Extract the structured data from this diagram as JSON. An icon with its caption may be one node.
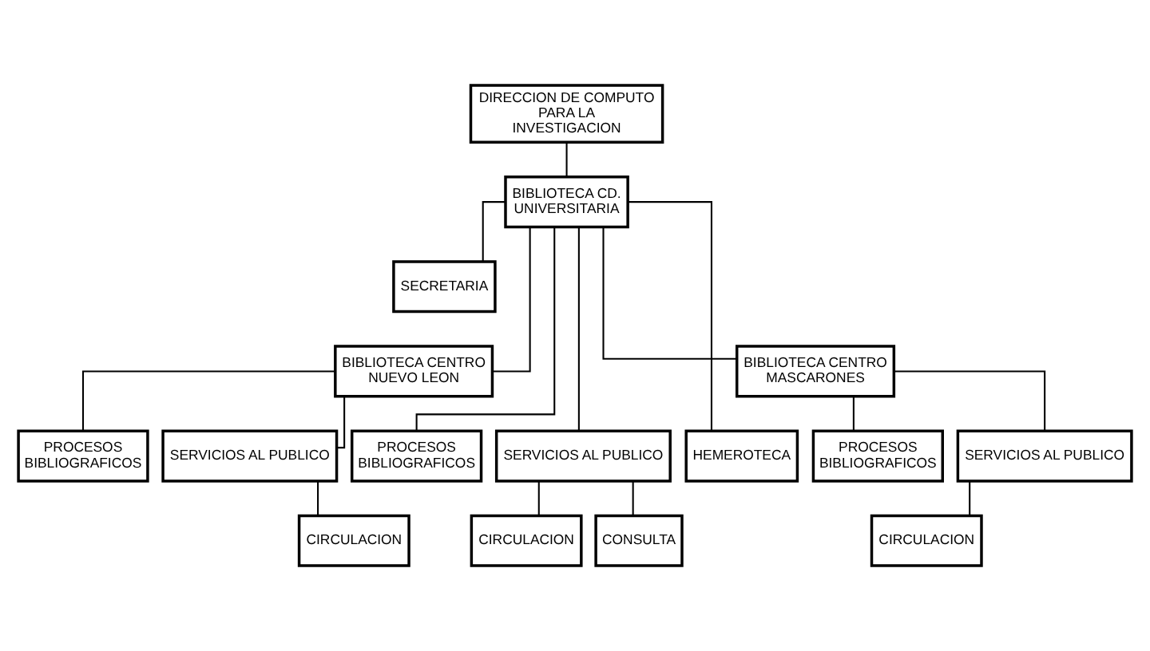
{
  "diagram": {
    "nodes": [
      {
        "text": [
          "DIRECCION DE COMPUTO PARA LA INVESTIGACION"
        ]
      },
      {
        "text": [
          "BIBLIOTECA CD. UNIVERSITARIA"
        ]
      },
      {
        "text": [
          "SECRETARIA"
        ]
      },
      {
        "text": [
          "BIBLIOTECA CENTRO NUEVO LEON"
        ]
      },
      {
        "text": [
          "BIBLIOTECA CENTRO MASCARONES"
        ]
      },
      {
        "text": [
          "PROCESOS BIBLIOGRAFICOS"
        ]
      },
      {
        "text": [
          "SERVICIOS AL PUBLICO"
        ]
      },
      {
        "text": [
          "PROCESOS BIBLIOGRAFICOS"
        ]
      },
      {
        "text": [
          "SERVICIOS AL PUBLICO"
        ]
      },
      {
        "text": [
          "HEMEROTECA"
        ]
      },
      {
        "text": [
          "PROCESOS BIBLIOGRAFICOS"
        ]
      },
      {
        "text": [
          "SERVICIOS AL PUBLICO"
        ]
      },
      {
        "text": [
          "CIRCULACION"
        ]
      },
      {
        "text": [
          "CIRCULACION"
        ]
      },
      {
        "text": [
          "CONSULTA"
        ]
      },
      {
        "text": [
          "CIRCULACION"
        ]
      }
    ],
    "edges": [
      {
        "from": 0,
        "to": 1,
        "arrow": "none"
      },
      {
        "from": 1,
        "to": 2,
        "arrow": "none"
      },
      {
        "from": 1,
        "to": 3,
        "arrow": "none"
      },
      {
        "from": 1,
        "to": 7,
        "arrow": "none"
      },
      {
        "from": 1,
        "to": 8,
        "arrow": "none"
      },
      {
        "from": 1,
        "to": 9,
        "arrow": "none"
      },
      {
        "from": 1,
        "to": 4,
        "arrow": "none"
      },
      {
        "from": 3,
        "to": 5,
        "arrow": "none"
      },
      {
        "from": 3,
        "to": 6,
        "arrow": "none"
      },
      {
        "from": 4,
        "to": 10,
        "arrow": "none"
      },
      {
        "from": 4,
        "to": 11,
        "arrow": "none"
      },
      {
        "from": 6,
        "to": 12,
        "arrow": "none"
      },
      {
        "from": 8,
        "to": 13,
        "arrow": "none"
      },
      {
        "from": 8,
        "to": 14,
        "arrow": "none"
      },
      {
        "from": 11,
        "to": 15,
        "arrow": "none"
      }
    ]
  }
}
